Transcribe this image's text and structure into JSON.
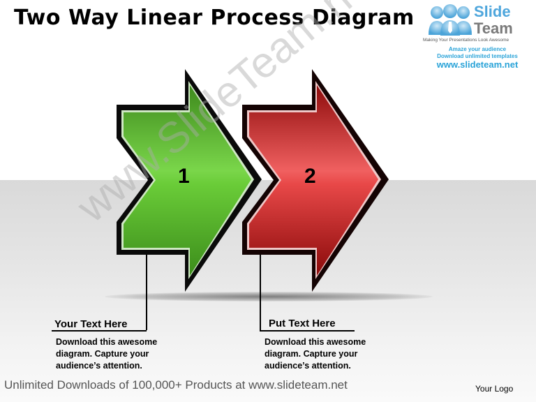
{
  "title": "Two Way Linear Process Diagram",
  "brand": {
    "name_line1": "Slide",
    "name_line2": "Team",
    "tagline": "Making Your Presentations Look Awesome",
    "promo_line1": "Amaze your audience",
    "promo_line2": "Download unlimited templates",
    "url": "www.slideteam.net"
  },
  "diagram": {
    "arrows": [
      {
        "number": "1",
        "color": "#5fbf2e",
        "dark": "#2f6e12"
      },
      {
        "number": "2",
        "color": "#e23a3a",
        "dark": "#7a0a0a"
      }
    ],
    "callouts": [
      {
        "heading": "Your Text Here",
        "body": "Download this awesome diagram. Capture your audience’s attention."
      },
      {
        "heading": "Put Text Here",
        "body": "Download this awesome diagram. Capture your audience’s attention."
      }
    ]
  },
  "watermark": "www.SlideTeam.net",
  "footer": "Unlimited Downloads of 100,000+ Products at www.slideteam.net",
  "logo_placeholder": "Your Logo"
}
